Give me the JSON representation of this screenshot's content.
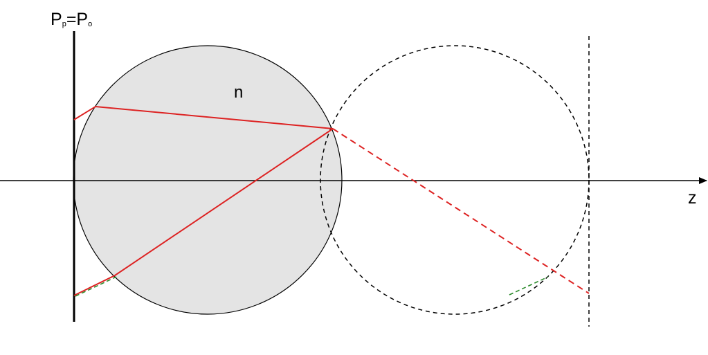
{
  "labels": {
    "plane_main_1": "P",
    "plane_sub_1": "p",
    "plane_equals": "=",
    "plane_main_2": "P",
    "plane_sub_2": "o",
    "index": "n",
    "axis": "z"
  },
  "colors": {
    "sphere_fill": "#e4e4e4",
    "outline": "#000000",
    "ray": "#dd2222",
    "virtual_green": "#2a8a2a"
  }
}
